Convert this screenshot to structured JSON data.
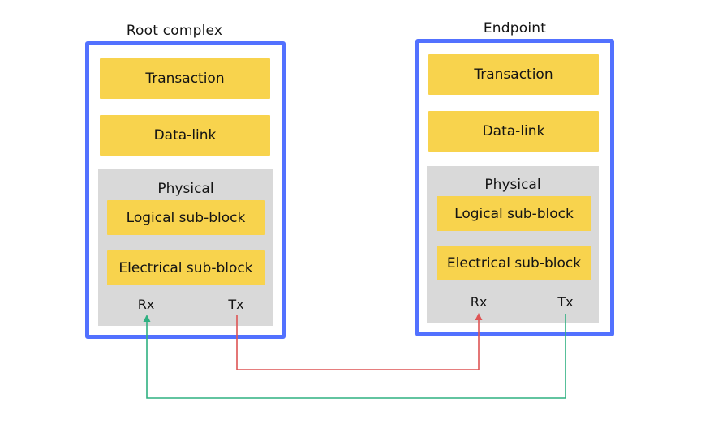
{
  "diagram": {
    "description": "PCIe link layering diagram with Root complex and Endpoint stacks connected by Tx/Rx lines",
    "nodes": [
      {
        "title": "Root complex",
        "layers": [
          {
            "label": "Transaction"
          },
          {
            "label": "Data-link"
          }
        ],
        "physical": {
          "label": "Physical",
          "sub_blocks": [
            {
              "label": "Logical sub-block"
            },
            {
              "label": "Electrical sub-block"
            }
          ],
          "ports": [
            {
              "label": "Rx"
            },
            {
              "label": "Tx"
            }
          ]
        }
      },
      {
        "title": "Endpoint",
        "layers": [
          {
            "label": "Transaction"
          },
          {
            "label": "Data-link"
          }
        ],
        "physical": {
          "label": "Physical",
          "sub_blocks": [
            {
              "label": "Logical sub-block"
            },
            {
              "label": "Electrical sub-block"
            }
          ],
          "ports": [
            {
              "label": "Rx"
            },
            {
              "label": "Tx"
            }
          ]
        }
      }
    ],
    "connections": [
      {
        "from_node": "Root complex",
        "from_port": "Tx",
        "to_node": "Endpoint",
        "to_port": "Rx",
        "color": "#DE5454"
      },
      {
        "from_node": "Endpoint",
        "from_port": "Tx",
        "to_node": "Root complex",
        "to_port": "Rx",
        "color": "#2FB081"
      }
    ],
    "colors": {
      "border_blue": "#5271FF",
      "layer_yellow": "#F8D34D",
      "physical_gray": "#D9D9D9",
      "tx_red": "#DE5454",
      "rx_green": "#2FB081",
      "text": "#141414",
      "background": "#FFFFFF"
    }
  }
}
